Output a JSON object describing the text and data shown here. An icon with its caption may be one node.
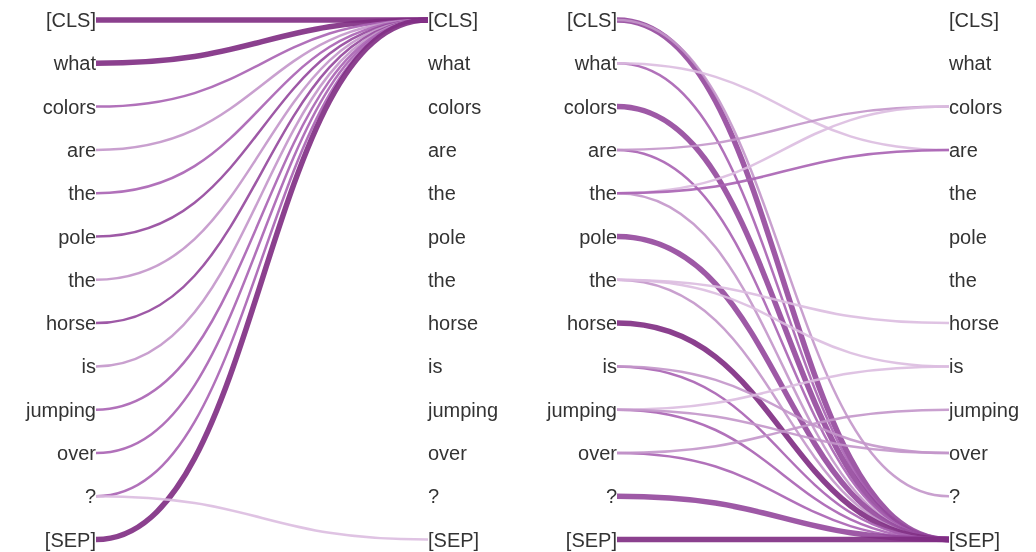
{
  "diagram": {
    "nodes": [
      {
        "text": [
          "[CLS]"
        ]
      },
      {
        "text": [
          "what"
        ]
      },
      {
        "text": [
          "colors"
        ]
      },
      {
        "text": [
          "are"
        ]
      },
      {
        "text": [
          "the"
        ]
      },
      {
        "text": [
          "pole"
        ]
      },
      {
        "text": [
          "the"
        ]
      },
      {
        "text": [
          "horse"
        ]
      },
      {
        "text": [
          "is"
        ]
      },
      {
        "text": [
          "jumping"
        ]
      },
      {
        "text": [
          "over"
        ]
      },
      {
        "text": [
          "?"
        ]
      },
      {
        "text": [
          "[SEP]"
        ]
      },
      {
        "text": [
          "[CLS]"
        ]
      },
      {
        "text": [
          "what"
        ]
      },
      {
        "text": [
          "colors"
        ]
      },
      {
        "text": [
          "are"
        ]
      },
      {
        "text": [
          "the"
        ]
      },
      {
        "text": [
          "pole"
        ]
      },
      {
        "text": [
          "the"
        ]
      },
      {
        "text": [
          "horse"
        ]
      },
      {
        "text": [
          "is"
        ]
      },
      {
        "text": [
          "jumping"
        ]
      },
      {
        "text": [
          "over"
        ]
      },
      {
        "text": [
          "?"
        ]
      },
      {
        "text": [
          "[SEP]"
        ]
      },
      {
        "text": [
          "[CLS]"
        ]
      },
      {
        "text": [
          "what"
        ]
      },
      {
        "text": [
          "colors"
        ]
      },
      {
        "text": [
          "are"
        ]
      },
      {
        "text": [
          "the"
        ]
      },
      {
        "text": [
          "pole"
        ]
      },
      {
        "text": [
          "the"
        ]
      },
      {
        "text": [
          "horse"
        ]
      },
      {
        "text": [
          "is"
        ]
      },
      {
        "text": [
          "jumping"
        ]
      },
      {
        "text": [
          "over"
        ]
      },
      {
        "text": [
          "?"
        ]
      },
      {
        "text": [
          "[SEP]"
        ]
      },
      {
        "text": [
          "[CLS]"
        ]
      },
      {
        "text": [
          "what"
        ]
      },
      {
        "text": [
          "colors"
        ]
      },
      {
        "text": [
          "are"
        ]
      },
      {
        "text": [
          "the"
        ]
      },
      {
        "text": [
          "pole"
        ]
      },
      {
        "text": [
          "the"
        ]
      },
      {
        "text": [
          "horse"
        ]
      },
      {
        "text": [
          "is"
        ]
      },
      {
        "text": [
          "jumping"
        ]
      },
      {
        "text": [
          "over"
        ]
      },
      {
        "text": [
          "?"
        ]
      },
      {
        "text": [
          "[SEP]"
        ]
      }
    ],
    "edges": [
      {
        "from": 0,
        "to": 13,
        "arrow": "none",
        "style": "thick",
        "color": "#7e2b82"
      },
      {
        "from": 1,
        "to": 13,
        "arrow": "none",
        "style": "thick",
        "color": "#7e2b82"
      },
      {
        "from": 2,
        "to": 13,
        "arrow": "none"
      },
      {
        "from": 3,
        "to": 13,
        "arrow": "none",
        "color": "#c396ca"
      },
      {
        "from": 4,
        "to": 13,
        "arrow": "none"
      },
      {
        "from": 5,
        "to": 13,
        "arrow": "none",
        "color": "#94479c"
      },
      {
        "from": 6,
        "to": 13,
        "arrow": "none",
        "color": "#c396ca"
      },
      {
        "from": 7,
        "to": 13,
        "arrow": "none",
        "color": "#94479c"
      },
      {
        "from": 8,
        "to": 13,
        "arrow": "none",
        "color": "#c396ca"
      },
      {
        "from": 9,
        "to": 13,
        "arrow": "none"
      },
      {
        "from": 10,
        "to": 13,
        "arrow": "none"
      },
      {
        "from": 11,
        "to": 13,
        "arrow": "none"
      },
      {
        "from": 12,
        "to": 13,
        "arrow": "none",
        "style": "thick",
        "color": "#7e2b82"
      },
      {
        "from": 11,
        "to": 25,
        "arrow": "none",
        "color": "#dcbde0"
      },
      {
        "from": 26,
        "to": 51,
        "arrow": "none",
        "style": "thick",
        "color": "#94479c"
      },
      {
        "from": 27,
        "to": 51,
        "arrow": "none"
      },
      {
        "from": 28,
        "to": 51,
        "arrow": "none",
        "style": "thick",
        "color": "#94479c"
      },
      {
        "from": 29,
        "to": 51,
        "arrow": "none"
      },
      {
        "from": 30,
        "to": 51,
        "arrow": "none",
        "color": "#c396ca"
      },
      {
        "from": 31,
        "to": 51,
        "arrow": "none",
        "style": "thick",
        "color": "#94479c"
      },
      {
        "from": 32,
        "to": 51,
        "arrow": "none",
        "color": "#c396ca"
      },
      {
        "from": 33,
        "to": 51,
        "arrow": "none",
        "style": "thick",
        "color": "#7e2b82"
      },
      {
        "from": 34,
        "to": 51,
        "arrow": "none"
      },
      {
        "from": 35,
        "to": 51,
        "arrow": "none"
      },
      {
        "from": 36,
        "to": 51,
        "arrow": "none"
      },
      {
        "from": 37,
        "to": 51,
        "arrow": "none",
        "style": "thick",
        "color": "#94479c"
      },
      {
        "from": 38,
        "to": 51,
        "arrow": "none",
        "style": "thick",
        "color": "#7e2b82"
      },
      {
        "from": 26,
        "to": 50,
        "arrow": "none",
        "color": "#c396ca"
      },
      {
        "from": 27,
        "to": 42,
        "arrow": "none",
        "color": "#dcbde0"
      },
      {
        "from": 29,
        "to": 41,
        "arrow": "none",
        "color": "#c396ca"
      },
      {
        "from": 30,
        "to": 41,
        "arrow": "none",
        "color": "#dcbde0"
      },
      {
        "from": 30,
        "to": 42,
        "arrow": "none"
      },
      {
        "from": 32,
        "to": 46,
        "arrow": "none",
        "color": "#dcbde0"
      },
      {
        "from": 32,
        "to": 47,
        "arrow": "none",
        "color": "#dcbde0"
      },
      {
        "from": 34,
        "to": 49,
        "arrow": "none",
        "color": "#c396ca"
      },
      {
        "from": 35,
        "to": 47,
        "arrow": "none",
        "color": "#dcbde0"
      },
      {
        "from": 35,
        "to": 49,
        "arrow": "none",
        "color": "#c396ca"
      },
      {
        "from": 36,
        "to": 48,
        "arrow": "none",
        "color": "#c396ca"
      }
    ]
  }
}
